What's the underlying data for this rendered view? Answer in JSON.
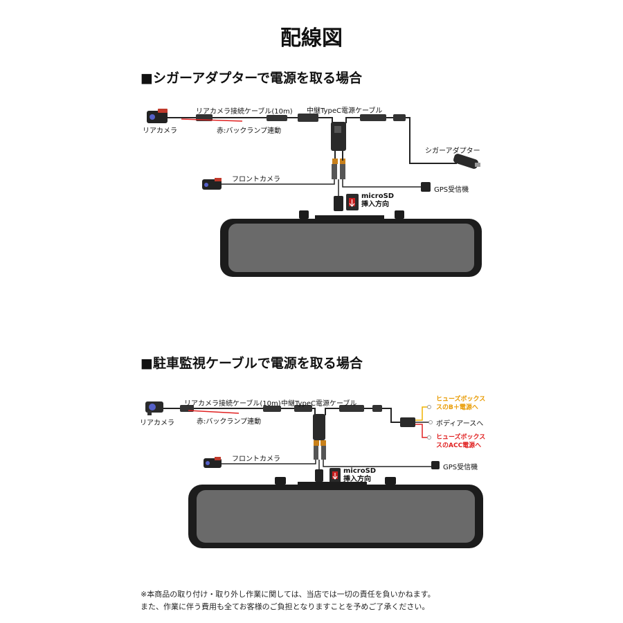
{
  "title": "配線図",
  "section1": {
    "heading": "■シガーアダプターで電源を取る場合",
    "rear_camera_label": "リアカメラ",
    "rear_cable_label": "リアカメラ接続ケーブル(10m)",
    "reverse_lamp_label": "赤:バックランプ連動",
    "relay_cable_label": "中継TypeC電源ケーブル",
    "cigar_adapter_label": "シガーアダプター",
    "front_camera_label": "フロントカメラ",
    "gps_label": "GPS受信機",
    "microsd_label_1": "microSD",
    "microsd_label_2": "挿入方向"
  },
  "section2": {
    "heading": "■駐車監視ケーブルで電源を取る場合",
    "rear_camera_label": "リアカメラ",
    "rear_cable_label": "リアカメラ接続ケーブル(10m)",
    "reverse_lamp_label": "赤:バックランプ連動",
    "relay_cable_label": "中継TypeC電源ケーブル",
    "fuse_b_label_1": "ヒューズボックス",
    "fuse_b_label_2": "スのB＋電源へ",
    "body_earth_label": "ボディアースへ",
    "fuse_acc_label_1": "ヒューズボックス",
    "fuse_acc_label_2": "スのACC電源へ",
    "front_camera_label": "フロントカメラ",
    "gps_label": "GPS受信機",
    "microsd_label_1": "microSD",
    "microsd_label_2": "挿入方向"
  },
  "notes": {
    "line1": "※本商品の取り付け・取り外し作業に関しては、当店では一切の責任を負いかねます。",
    "line2": "また、作業に伴う費用も全てお客様のご負担となりますことを予めご了承ください。"
  },
  "colors": {
    "wire": "#222222",
    "red_wire": "#e02020",
    "yellow_wire": "#f0b400",
    "fuse_b_text": "#e89a00",
    "fuse_acc_text": "#e02020",
    "mirror_body": "#1c1c1c",
    "mirror_screen": "#6a6a6a",
    "microsd_red": "#c81e1e"
  }
}
